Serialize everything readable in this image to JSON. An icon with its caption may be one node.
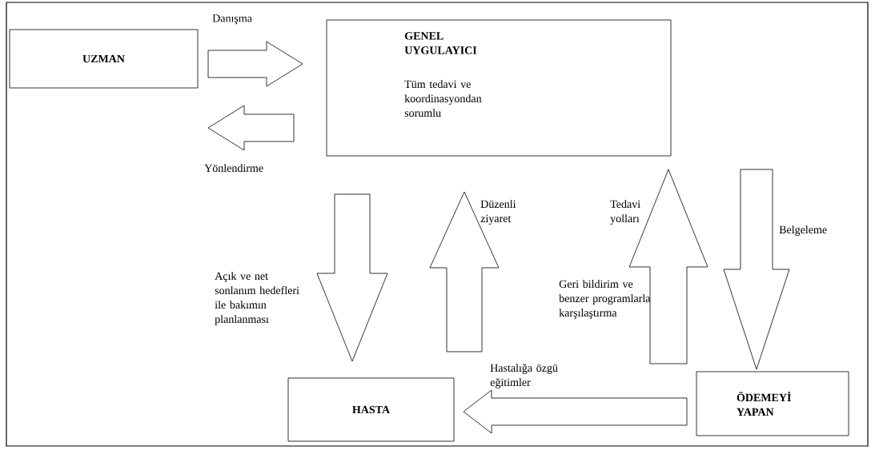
{
  "diagram": {
    "nodes": [
      {
        "text": [
          "UZMAN"
        ]
      },
      {
        "text": [
          "GENEL UYGULAYICI",
          "Tüm tedavi ve koordinasyondan sorumlu"
        ]
      },
      {
        "text": [
          "HASTA"
        ]
      },
      {
        "text": [
          "ÖDEMEYİ YAPAN"
        ]
      }
    ],
    "edges": [
      {
        "from": 0,
        "to": 1,
        "arrow": "to",
        "label": "Danışma"
      },
      {
        "from": 1,
        "to": 0,
        "arrow": "to",
        "label": "Yönlendirme"
      },
      {
        "from": 1,
        "to": 2,
        "arrow": "to",
        "label": "Açık ve net sonlanım hedefleri ile bakımın planlanması"
      },
      {
        "from": 2,
        "to": 1,
        "arrow": "to",
        "label": "Düzenli ziyaret"
      },
      {
        "from": 3,
        "to": 1,
        "arrow": "to",
        "label": "Tedavi yolları"
      },
      {
        "from": 1,
        "to": 3,
        "arrow": "to",
        "label": "Belgeleme"
      },
      {
        "from": 3,
        "to": 2,
        "arrow": "to",
        "label": "Hastalığa özgü eğitimler"
      }
    ],
    "labels": [
      "Geri bildirim ve benzer programlarla karşılaştırma"
    ]
  }
}
